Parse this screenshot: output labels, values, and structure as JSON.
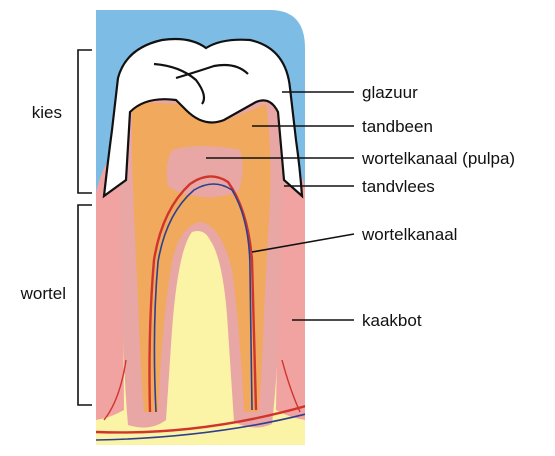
{
  "groups": {
    "crown": "kies",
    "root": "wortel"
  },
  "labels": {
    "enamel": "glazuur",
    "dentin": "tandbeen",
    "pulp": "wortelkanaal (pulpa)",
    "gum": "tandvlees",
    "root_canal": "wortelkanaal",
    "jawbone": "kaakbot"
  },
  "colors": {
    "sky": "#7dbde5",
    "jawbone": "#fbf3a6",
    "gum": "#f0a3a1",
    "enamel": "#ffffff",
    "dentin": "#f0a95d",
    "pulp": "#e8a7a4",
    "vessel_red": "#d0342c",
    "vessel_blue": "#2e3f8f",
    "outline": "#111111"
  }
}
